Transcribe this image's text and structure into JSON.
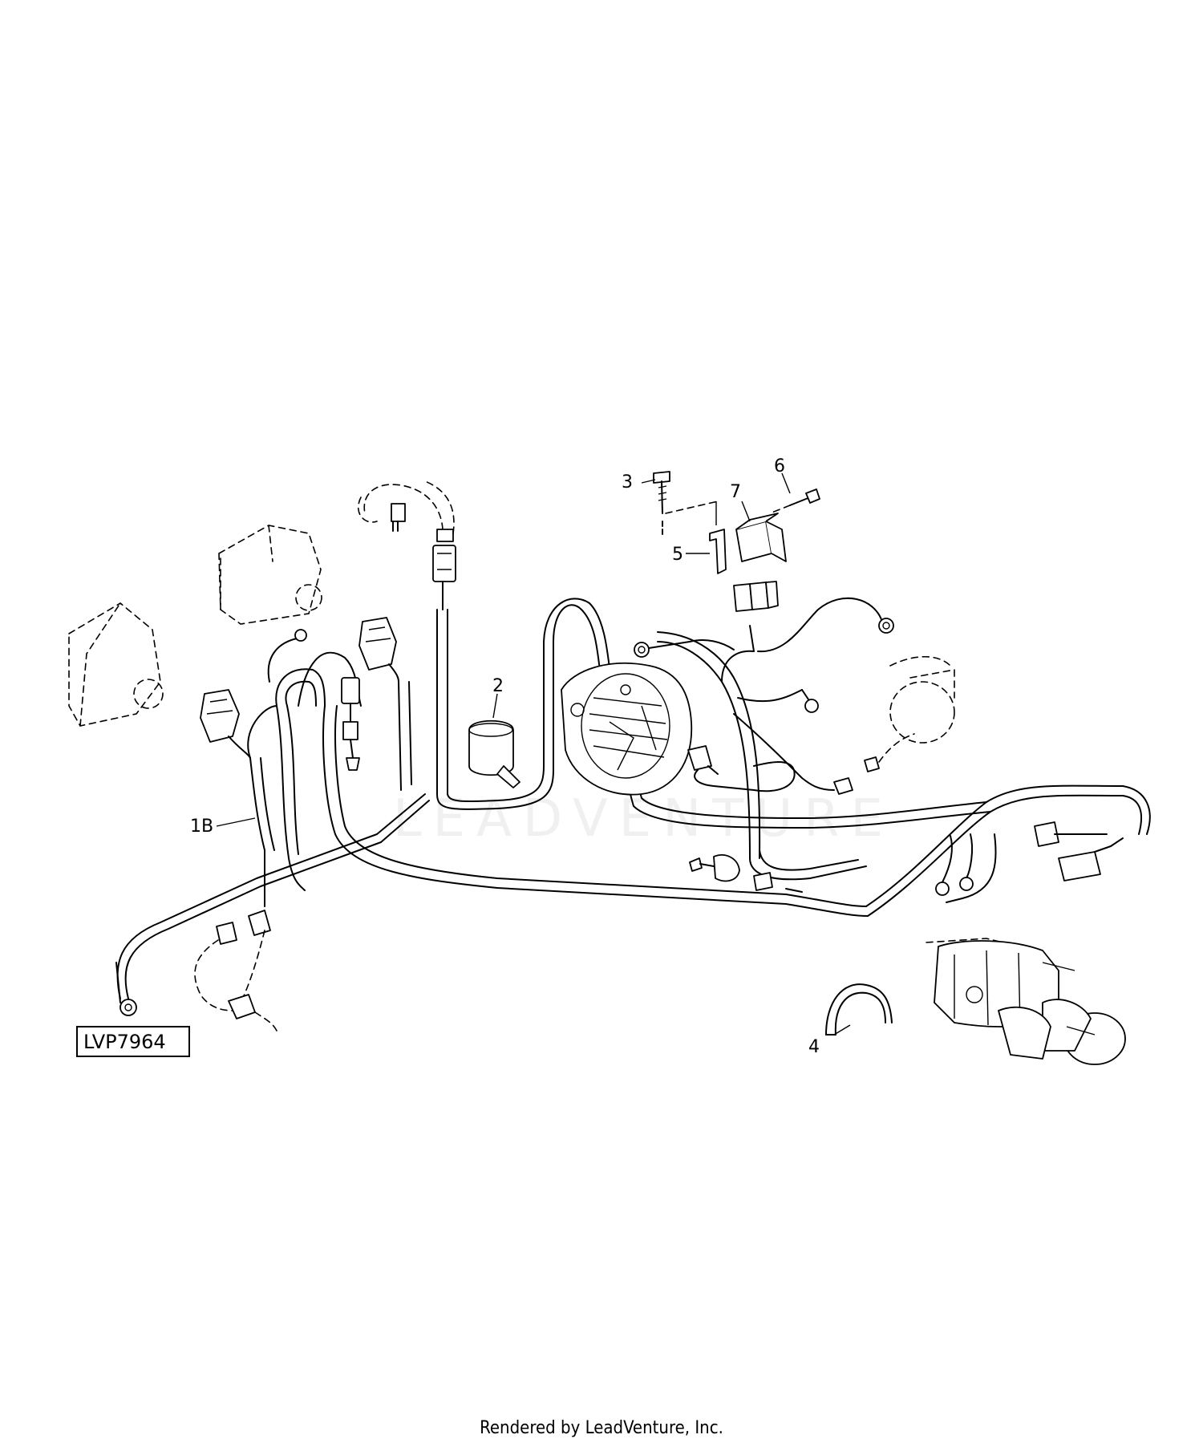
{
  "diagram": {
    "callouts": {
      "c1b": "1B",
      "c2": "2",
      "c3": "3",
      "c4": "4",
      "c5": "5",
      "c6": "6",
      "c7": "7"
    },
    "reference_id": "LVP7964",
    "watermark": "LEADVENTURE"
  },
  "footer": {
    "text": "Rendered by LeadVenture, Inc."
  }
}
